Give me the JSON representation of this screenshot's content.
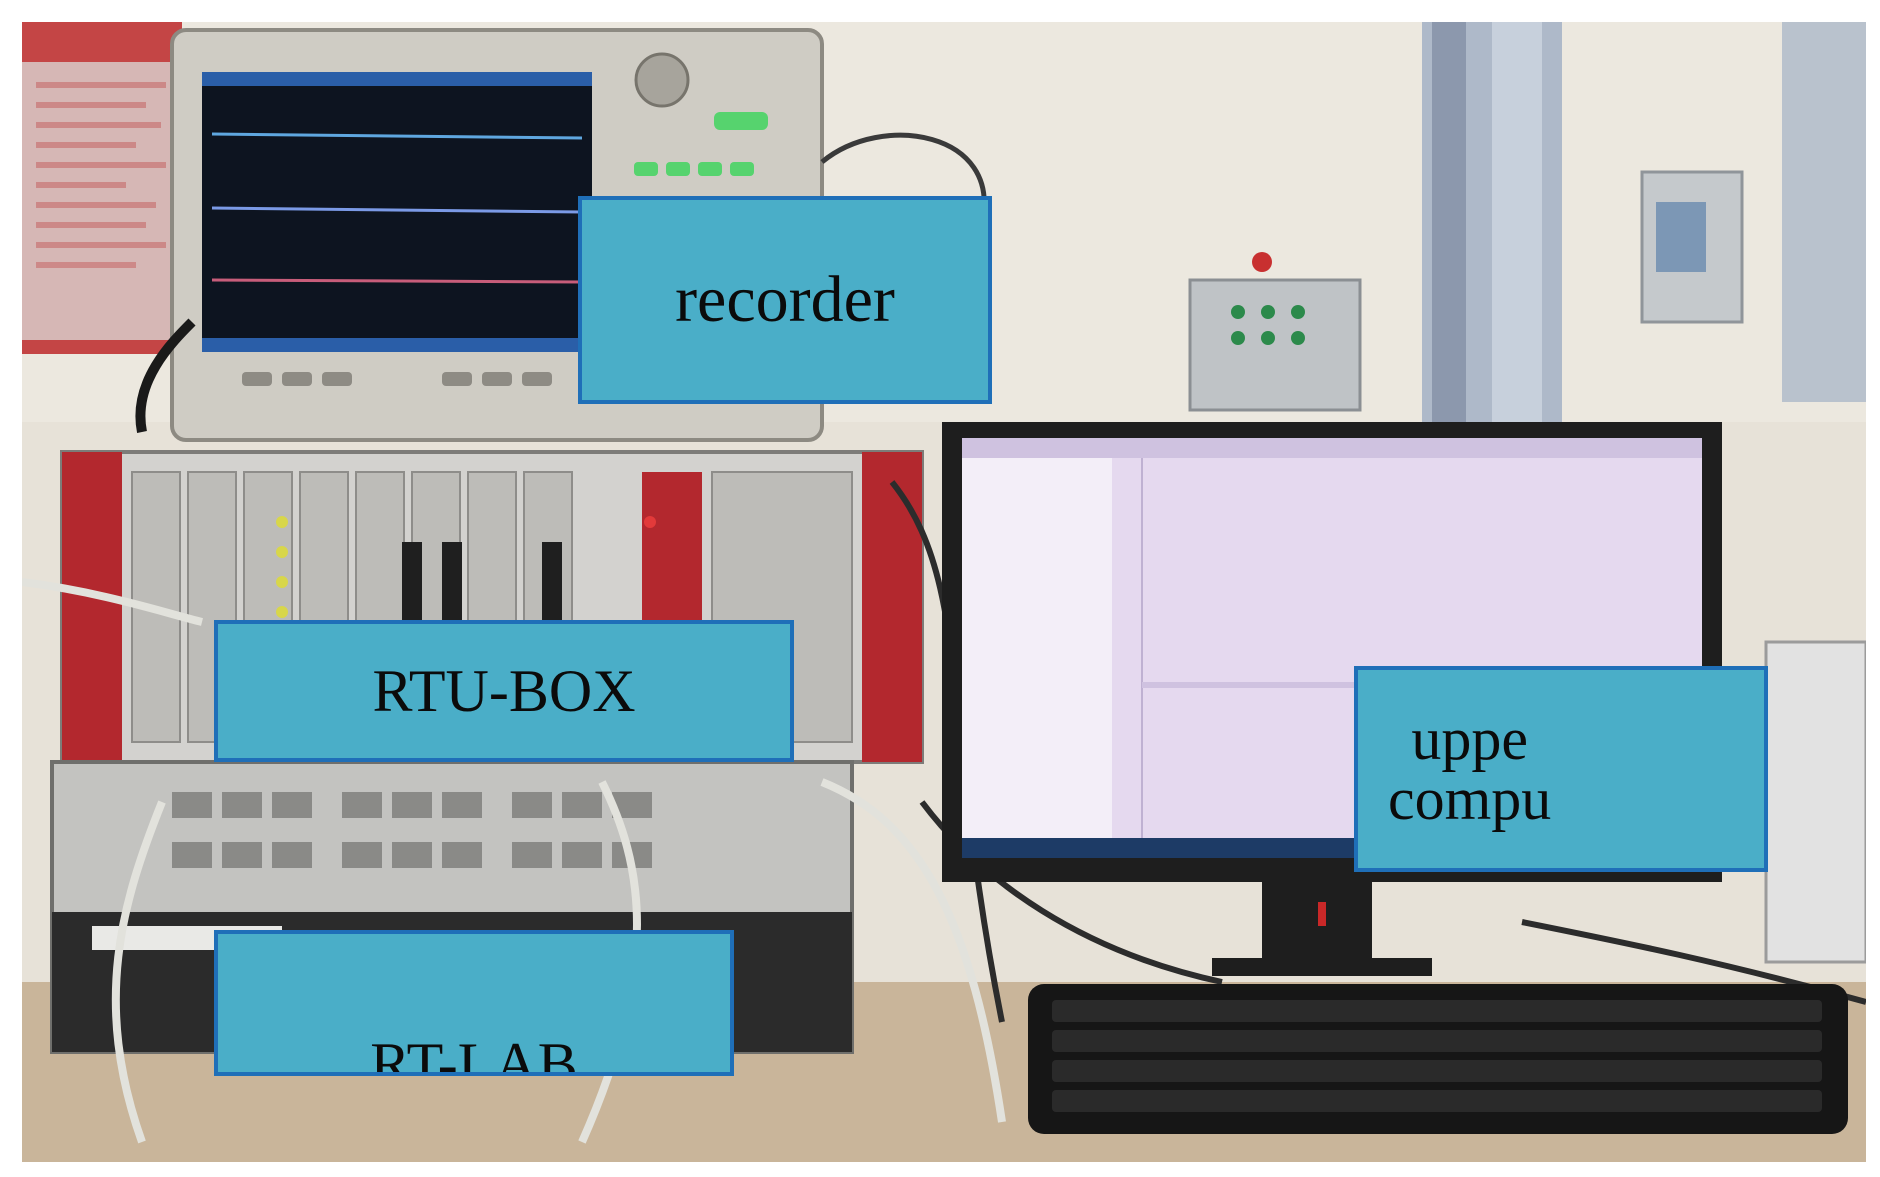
{
  "callouts": {
    "recorder": "recorder",
    "rtu_box": "RTU-BOX",
    "upper_computer": "uppe\ncompu",
    "rt_lab": "RT-LAB"
  },
  "colors": {
    "callout_fill": "#4aaec8",
    "callout_border": "#1f6fb8",
    "wall": "#e6e0d4",
    "desk": "#c9b59a"
  }
}
